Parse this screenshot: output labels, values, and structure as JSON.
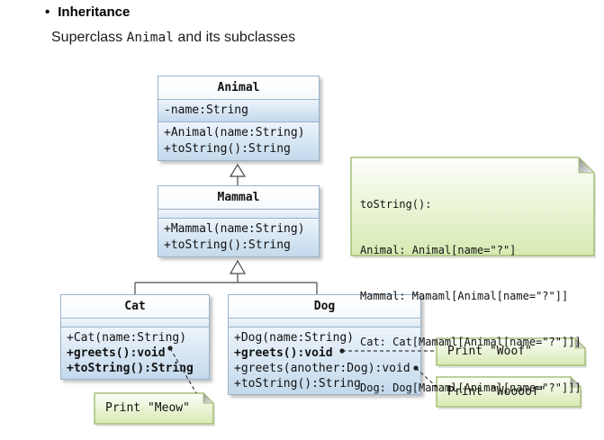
{
  "header": {
    "bullet": "•",
    "title": "Inheritance",
    "subtitle_prefix": "Superclass ",
    "subtitle_code": "Animal",
    "subtitle_suffix": " and its subclasses"
  },
  "classes": [
    {
      "name": "Animal",
      "attributes": [
        "-name:String"
      ],
      "methods": [
        "+Animal(name:String)",
        "+toString():String"
      ]
    },
    {
      "name": "Mammal",
      "attributes": [],
      "methods": [
        "+Mammal(name:String)",
        "+toString():String"
      ]
    },
    {
      "name": "Cat",
      "attributes": [],
      "methods": [
        "+Cat(name:String)",
        "+greets():void",
        "+toString():String"
      ]
    },
    {
      "name": "Dog",
      "attributes": [],
      "methods": [
        "+Dog(name:String)",
        "+greets():void",
        "+greets(another:Dog):void",
        "+toString():String"
      ]
    }
  ],
  "notes": {
    "tostring": {
      "lines": [
        "toString():",
        "Animal: Animal[name=\"?\"]",
        "Mammal: Mamaml[Animal[name=\"?\"]]",
        "Cat: Cat[Mamaml[Animal[name=\"?\"]]]",
        "Dog: Dog[Mamaml[Animal[name=\"?\"]]]"
      ]
    },
    "meow": {
      "text": "Print \"Meow\""
    },
    "woof": {
      "text": "Print \"Woof\""
    },
    "woooof": {
      "text": "Print \"Woooof\""
    }
  },
  "colors": {
    "class_border": "#9ab3cb",
    "class_fill_top": "#edf4fb",
    "class_fill_bottom": "#c3d9ec",
    "note_border": "#a6bf79",
    "note_fill_top": "#fdfefa",
    "note_fill_bottom": "#d7eab2",
    "connector": "#4a4a4a"
  }
}
